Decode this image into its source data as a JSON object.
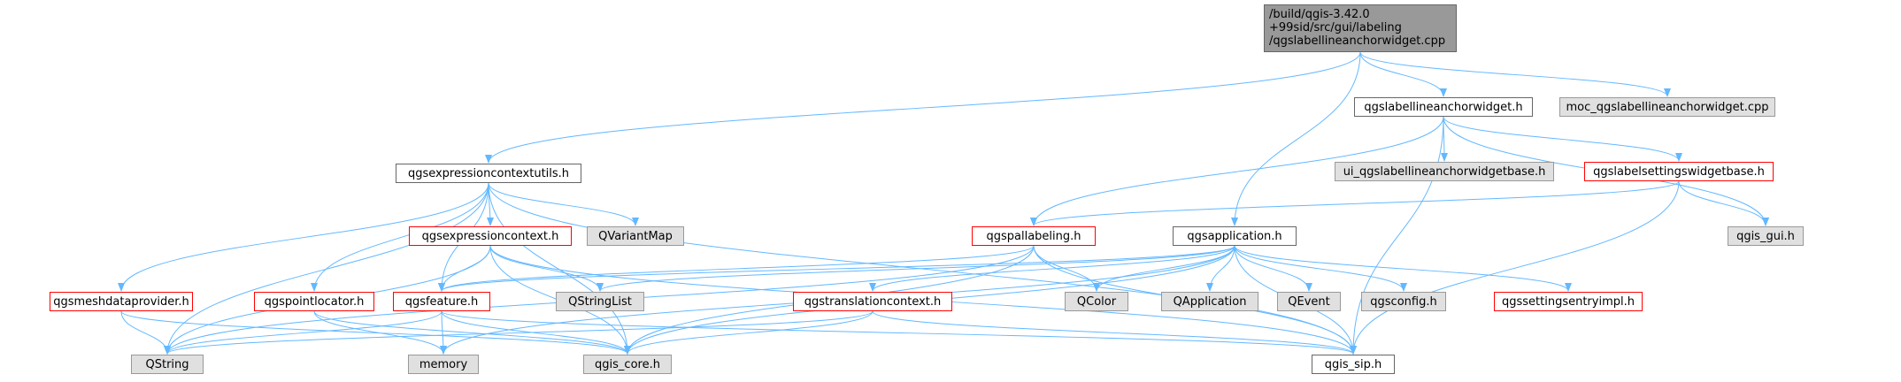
{
  "colors": {
    "edge": "#63b8ff",
    "root_fill": "#999999",
    "external_fill": "#e0e0e0",
    "incomplete_border": "#ff0000",
    "normal_border": "#666666"
  },
  "nodes": {
    "root": "/build/qgis-3.42.0\n+99sid/src/gui/labeling\n/qgslabellineanchorwidget.cpp",
    "qgslabellineanchorwidget_h": "qgslabellineanchorwidget.h",
    "moc_qgslabellineanchorwidget_cpp": "moc_qgslabellineanchorwidget.cpp",
    "qgsexpressioncontextutils_h": "qgsexpressioncontextutils.h",
    "ui_qgslabellineanchorwidgetbase_h": "ui_qgslabellineanchorwidgetbase.h",
    "qgslabelsettingswidgetbase_h": "qgslabelsettingswidgetbase.h",
    "qgsexpressioncontext_h": "qgsexpressioncontext.h",
    "qvariantmap": "QVariantMap",
    "qgspallabeling_h": "qgspallabeling.h",
    "qgsapplication_h": "qgsapplication.h",
    "qgis_gui_h": "qgis_gui.h",
    "qgsmeshdataprovider_h": "qgsmeshdataprovider.h",
    "qgspointlocator_h": "qgspointlocator.h",
    "qgsfeature_h": "qgsfeature.h",
    "qstringlist": "QStringList",
    "qgstranslationcontext_h": "qgstranslationcontext.h",
    "qcolor": "QColor",
    "qapplication": "QApplication",
    "qevent": "QEvent",
    "qgsconfig_h": "qgsconfig.h",
    "qgssettingsentryimpl_h": "qgssettingsentryimpl.h",
    "qstring": "QString",
    "memory": "memory",
    "qgis_core_h": "qgis_core.h",
    "qgis_sip_h": "qgis_sip.h"
  },
  "edges": [
    [
      "root",
      "qgsexpressioncontextutils_h"
    ],
    [
      "root",
      "qgslabellineanchorwidget_h"
    ],
    [
      "root",
      "moc_qgslabellineanchorwidget_cpp"
    ],
    [
      "root",
      "qgsapplication_h"
    ],
    [
      "qgslabellineanchorwidget_h",
      "ui_qgslabellineanchorwidgetbase_h"
    ],
    [
      "qgslabellineanchorwidget_h",
      "qgslabelsettingswidgetbase_h"
    ],
    [
      "qgslabellineanchorwidget_h",
      "qgspallabeling_h"
    ],
    [
      "qgslabellineanchorwidget_h",
      "qgis_gui_h"
    ],
    [
      "qgslabellineanchorwidget_h",
      "qgis_sip_h"
    ],
    [
      "qgslabelsettingswidgetbase_h",
      "qgspallabeling_h"
    ],
    [
      "qgslabelsettingswidgetbase_h",
      "qgis_gui_h"
    ],
    [
      "qgslabelsettingswidgetbase_h",
      "qgis_sip_h"
    ],
    [
      "qgsexpressioncontextutils_h",
      "qgsexpressioncontext_h"
    ],
    [
      "qgsexpressioncontextutils_h",
      "qvariantmap"
    ],
    [
      "qgsexpressioncontextutils_h",
      "qgsmeshdataprovider_h"
    ],
    [
      "qgsexpressioncontextutils_h",
      "qgspointlocator_h"
    ],
    [
      "qgsexpressioncontextutils_h",
      "qgsfeature_h"
    ],
    [
      "qgsexpressioncontextutils_h",
      "qstring"
    ],
    [
      "qgsexpressioncontextutils_h",
      "qgis_core_h"
    ],
    [
      "qgsexpressioncontextutils_h",
      "qgis_sip_h"
    ],
    [
      "qgsexpressioncontext_h",
      "qgsfeature_h"
    ],
    [
      "qgsexpressioncontext_h",
      "qstringlist"
    ],
    [
      "qgsexpressioncontext_h",
      "qgis_core_h"
    ],
    [
      "qgsexpressioncontext_h",
      "qgis_sip_h"
    ],
    [
      "qgsexpressioncontext_h",
      "qstring"
    ],
    [
      "qgspallabeling_h",
      "qgsfeature_h"
    ],
    [
      "qgspallabeling_h",
      "qcolor"
    ],
    [
      "qgspallabeling_h",
      "qgis_core_h"
    ],
    [
      "qgspallabeling_h",
      "qgis_sip_h"
    ],
    [
      "qgspallabeling_h",
      "qstring"
    ],
    [
      "qgsapplication_h",
      "qgsfeature_h"
    ],
    [
      "qgsapplication_h",
      "qstringlist"
    ],
    [
      "qgsapplication_h",
      "qgstranslationcontext_h"
    ],
    [
      "qgsapplication_h",
      "qcolor"
    ],
    [
      "qgsapplication_h",
      "qapplication"
    ],
    [
      "qgsapplication_h",
      "qevent"
    ],
    [
      "qgsapplication_h",
      "qgsconfig_h"
    ],
    [
      "qgsapplication_h",
      "qgssettingsentryimpl_h"
    ],
    [
      "qgsapplication_h",
      "memory"
    ],
    [
      "qgsapplication_h",
      "qgis_core_h"
    ],
    [
      "qgsapplication_h",
      "qgis_sip_h"
    ],
    [
      "qgsmeshdataprovider_h",
      "qstring"
    ],
    [
      "qgsmeshdataprovider_h",
      "qgis_core_h"
    ],
    [
      "qgspointlocator_h",
      "memory"
    ],
    [
      "qgspointlocator_h",
      "qgis_core_h"
    ],
    [
      "qgsfeature_h",
      "qstring"
    ],
    [
      "qgsfeature_h",
      "memory"
    ],
    [
      "qgsfeature_h",
      "qgis_core_h"
    ],
    [
      "qgsfeature_h",
      "qgis_sip_h"
    ],
    [
      "qgstranslationcontext_h",
      "qstring"
    ],
    [
      "qgstranslationcontext_h",
      "qgis_core_h"
    ],
    [
      "qgstranslationcontext_h",
      "qgis_sip_h"
    ]
  ]
}
